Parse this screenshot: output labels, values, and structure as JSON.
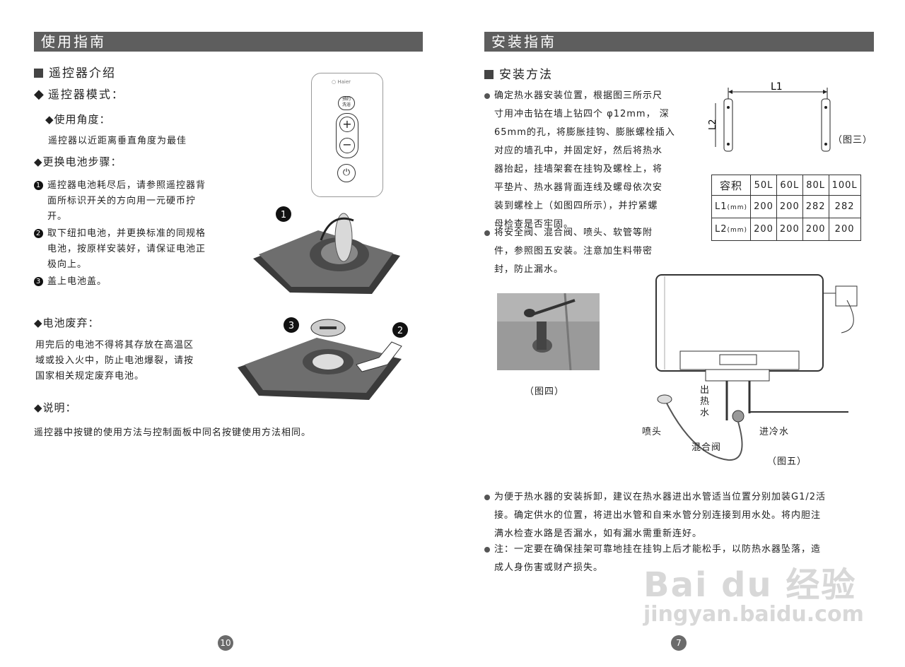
{
  "left": {
    "header": "使用指南",
    "section_title": "遥控器介绍",
    "mode_title": "遥控器模式：",
    "angle_title": "◆使用角度：",
    "angle_text": "遥控器以近距离垂直角度为最佳",
    "battery_title": "◆更换电池步骤：",
    "steps": [
      {
        "n": "1",
        "lines": [
          "遥控器电池耗尽后，请参照遥控器背",
          "面所标识开关的方向用一元硬币拧",
          "开。"
        ]
      },
      {
        "n": "2",
        "lines": [
          "取下纽扣电池，并更换标准的同规格",
          "电池，按原样安装好，请保证电池正",
          "极向上。"
        ]
      },
      {
        "n": "3",
        "lines": [
          "盖上电池盖。"
        ]
      }
    ],
    "disposal_title": "◆电池废弃：",
    "disposal_lines": [
      "用完后的电池不得将其存放在高温区",
      "域或投入火中，防止电池爆裂，请按",
      "国家相关规定废弃电池。"
    ],
    "note_title": "◆说明：",
    "note_text": "遥控器中按键的使用方法与控制面板中同名按键使用方法相同。",
    "remote": {
      "brand": "Haier",
      "btn_top": "预约\n洗浴"
    },
    "fig_labels": {
      "step1": "1",
      "step2": "2",
      "step3": "3"
    },
    "page_number": "10"
  },
  "right": {
    "header": "安装指南",
    "section_title": "安装方法",
    "para1_lines": [
      "确定热水器安装位置，根据图三所示尺",
      "寸用冲击钻在墙上钻四个 φ12mm， 深",
      "65mm的孔，将膨胀挂钩、膨胀螺栓插入",
      "对应的墙孔中，并固定好，然后将热水",
      "器抬起，挂墙架套在挂钩及螺栓上，将",
      "平垫片、热水器背面连线及螺母依次安",
      "装到螺栓上（如图四所示），并拧紧螺",
      "母检查是否牢固。"
    ],
    "para2_lines": [
      "将安全阀、混合阀、喷头、软管等附",
      "件，参照图五安装。注意加生料带密",
      "封，防止漏水。"
    ],
    "fig3": {
      "l1": "L1",
      "l2": "L2",
      "caption": "（图三）"
    },
    "table": {
      "header": [
        "容积",
        "50L",
        "60L",
        "80L",
        "100L"
      ],
      "rows": [
        [
          "L1",
          "(mm)",
          "200",
          "200",
          "282",
          "282"
        ],
        [
          "L2",
          "(mm)",
          "200",
          "200",
          "200",
          "200"
        ]
      ]
    },
    "fig4_caption": "（图四）",
    "fig5": {
      "hot_out": "出\n热\n水",
      "cold_in": "进冷水",
      "nozzle": "喷头",
      "mix_valve": "混合阀",
      "caption": "（图五）"
    },
    "para3_lines": [
      "为便于热水器的安装拆卸，建议在热水器进出水管适当位置分别加装G1/2活",
      "接。确定供水的位置，将进出水管和自来水管分别连接到用水处。将内胆注",
      "满水检查水路是否漏水，如有漏水需重新连好。"
    ],
    "para4_lines": [
      "注：一定要在确保挂架可靠地挂在挂钩上后才能松手，以防热水器坠落，造",
      "成人身伤害或财产损失。"
    ],
    "page_number": "7",
    "watermark": {
      "logo": "Bai du 经验",
      "url": "jingyan.baidu.com"
    }
  }
}
